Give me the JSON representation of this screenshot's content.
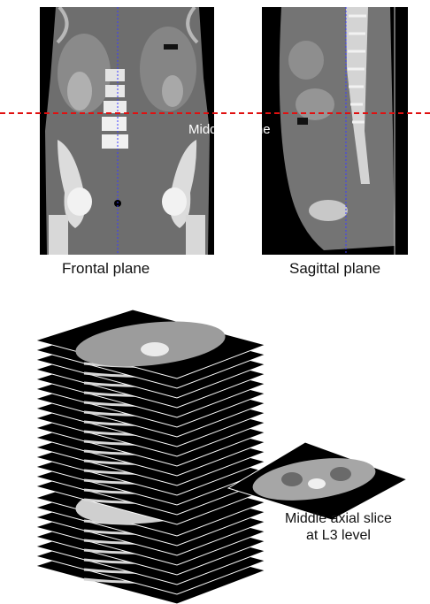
{
  "labels": {
    "l3_line": "Middle L3 line",
    "frontal_plane": "Frontal plane",
    "sagittal_plane": "Sagittal plane",
    "axial_line1": "Middle axial  slice",
    "axial_line2": "at L3 level"
  },
  "colors": {
    "l3_line": "#e01010",
    "midline": "#3c3cff",
    "panel_bg": "#000000"
  }
}
